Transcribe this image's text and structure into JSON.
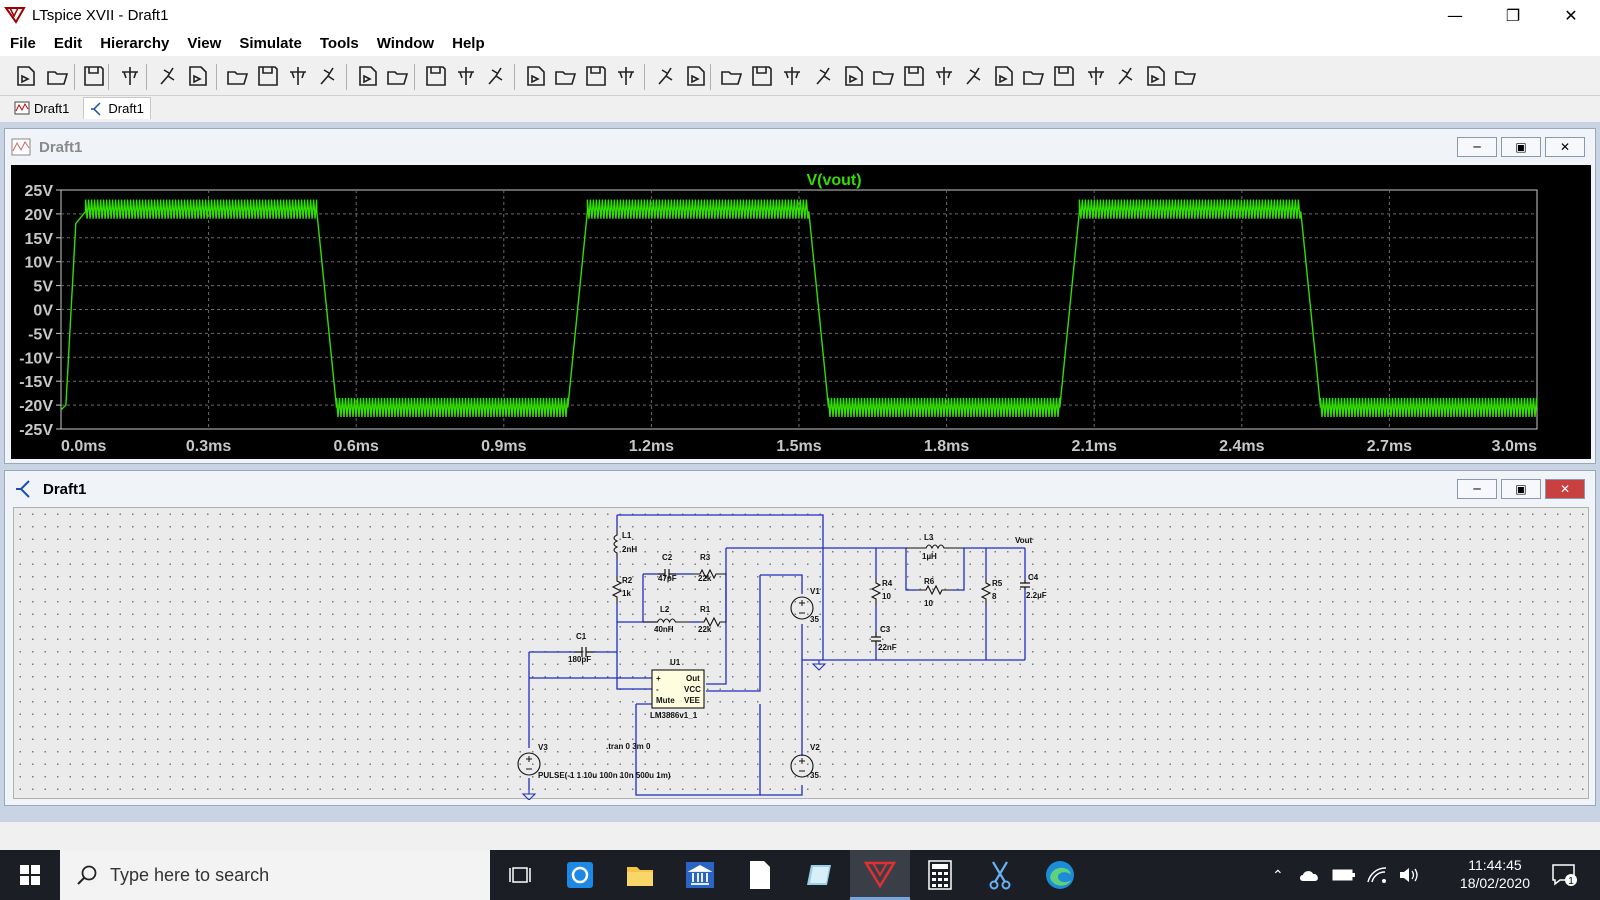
{
  "window": {
    "title": "LTspice XVII - Draft1",
    "minimize": "—",
    "restore": "❐",
    "close": "✕"
  },
  "menu": [
    "File",
    "Edit",
    "Hierarchy",
    "View",
    "Simulate",
    "Tools",
    "Window",
    "Help"
  ],
  "toolbar": {
    "icons": [
      "new-schematic",
      "open",
      "save",
      "control-panel",
      "run",
      "halt",
      "zoom-in",
      "zoom-pan",
      "zoom-out",
      "zoom-fit",
      "autoscale",
      "zoom-back",
      "tile-horizontal",
      "tile-vertical",
      "cascade",
      "cut",
      "copy",
      "paste",
      "find",
      "print-setup",
      "print",
      "draw-wire",
      "ground",
      "label-net",
      "resistor",
      "capacitor",
      "inductor",
      "diode",
      "component",
      "move",
      "drag",
      "undo",
      "redo",
      "rotate",
      "mirror",
      "text",
      "spice-directive"
    ]
  },
  "tabs": [
    {
      "label": "Draft1",
      "icon": "waveform-icon"
    },
    {
      "label": "Draft1",
      "icon": "schematic-icon"
    }
  ],
  "plot_window": {
    "title": "Draft1"
  },
  "schematic_window": {
    "title": "Draft1"
  },
  "chart_data": {
    "type": "line",
    "title": "V(vout)",
    "xlabel": "",
    "ylabel": "",
    "x_unit": "ms",
    "y_unit": "V",
    "xlim": [
      0.0,
      3.0
    ],
    "ylim": [
      -25,
      25
    ],
    "xticks": [
      "0.0ms",
      "0.3ms",
      "0.6ms",
      "0.9ms",
      "1.2ms",
      "1.5ms",
      "1.8ms",
      "2.1ms",
      "2.4ms",
      "2.7ms",
      "3.0ms"
    ],
    "yticks": [
      "25V",
      "20V",
      "15V",
      "10V",
      "5V",
      "0V",
      "-5V",
      "-10V",
      "-15V",
      "-20V",
      "-25V"
    ],
    "grid": true,
    "series": [
      {
        "name": "V(vout)",
        "color": "#33dd00",
        "x": [
          0.0,
          0.01,
          0.03,
          0.05,
          0.52,
          0.54,
          0.56,
          1.03,
          1.05,
          1.07,
          1.52,
          1.54,
          1.56,
          2.03,
          2.05,
          2.07,
          2.52,
          2.54,
          2.56,
          3.0
        ],
        "y": [
          -21,
          -20,
          18,
          20.5,
          20.5,
          0,
          -20.5,
          -20.5,
          0,
          20.5,
          20.5,
          0,
          -20.5,
          -20.5,
          0,
          20.5,
          20.5,
          0,
          -20.5,
          -20.5
        ],
        "ripple_high": [
          19.0,
          23.0
        ],
        "ripple_low": [
          -22.5,
          -18.5
        ]
      }
    ]
  },
  "schematic": {
    "labels": [
      {
        "id": "L1",
        "text": "L1"
      },
      {
        "id": "L1v",
        "text": "2nH"
      },
      {
        "id": "R2",
        "text": "R2"
      },
      {
        "id": "R2v",
        "text": "1k"
      },
      {
        "id": "C2",
        "text": "C2"
      },
      {
        "id": "C2v",
        "text": "47pF"
      },
      {
        "id": "R3",
        "text": "R3"
      },
      {
        "id": "R3v",
        "text": "22k"
      },
      {
        "id": "L2",
        "text": "L2"
      },
      {
        "id": "L2v",
        "text": "40nH"
      },
      {
        "id": "R1",
        "text": "R1"
      },
      {
        "id": "R1v",
        "text": "22k"
      },
      {
        "id": "C1",
        "text": "C1"
      },
      {
        "id": "C1v",
        "text": "180pF"
      },
      {
        "id": "U1",
        "text": "U1"
      },
      {
        "id": "U1part",
        "text": "LM3886v1_1"
      },
      {
        "id": "pinplus",
        "text": "+"
      },
      {
        "id": "pinminus",
        "text": "-"
      },
      {
        "id": "pinmute",
        "text": "Mute"
      },
      {
        "id": "pinout",
        "text": "Out"
      },
      {
        "id": "pinvcc",
        "text": "VCC"
      },
      {
        "id": "pinvee",
        "text": "VEE"
      },
      {
        "id": "V1",
        "text": "V1"
      },
      {
        "id": "V1v",
        "text": "35"
      },
      {
        "id": "V2",
        "text": "V2"
      },
      {
        "id": "V2v",
        "text": "35"
      },
      {
        "id": "V3",
        "text": "V3"
      },
      {
        "id": "V3v",
        "text": "PULSE(-1 1 10u 100n 10n 500u 1m)"
      },
      {
        "id": "tran",
        "text": ".tran 0 3m 0"
      },
      {
        "id": "R4",
        "text": "R4"
      },
      {
        "id": "R4v",
        "text": "10"
      },
      {
        "id": "C3",
        "text": "C3"
      },
      {
        "id": "C3v",
        "text": "22nF"
      },
      {
        "id": "L3",
        "text": "L3"
      },
      {
        "id": "L3v",
        "text": "1µH"
      },
      {
        "id": "R6",
        "text": "R6"
      },
      {
        "id": "R6v",
        "text": "10"
      },
      {
        "id": "R5",
        "text": "R5"
      },
      {
        "id": "R5v",
        "text": "8"
      },
      {
        "id": "C4",
        "text": "C4"
      },
      {
        "id": "C4v",
        "text": "2.2µF"
      },
      {
        "id": "vout",
        "text": "Vout"
      }
    ]
  },
  "taskbar": {
    "search_placeholder": "Type here to search",
    "time": "11:44:45",
    "date": "18/02/2020",
    "notifications": "1"
  }
}
